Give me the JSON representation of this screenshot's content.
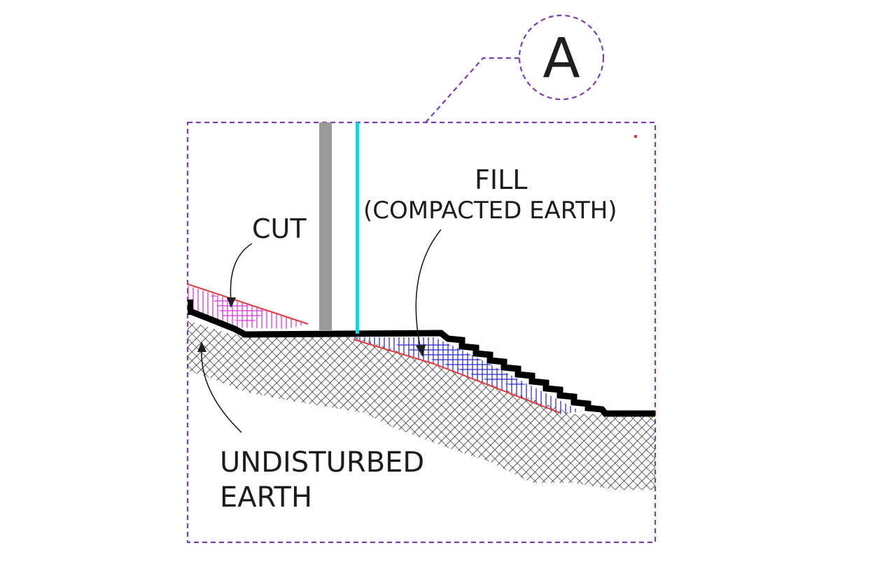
{
  "detail": {
    "callout_letter": "A",
    "colors": {
      "border": "#7a3fa8",
      "cut_hatch": "#d63bd6",
      "cut_edge": "#e03a3a",
      "fill_hatch": "#2f2fc8",
      "fill_edge": "#e03a3a",
      "earth_hatch": "#2a2a2a",
      "ground_line": "#000000",
      "grey_post": "#9a9a9a",
      "cyan_line": "#19d4dc"
    }
  },
  "labels": {
    "cut": "CUT",
    "fill_line1": "FILL",
    "fill_line2": "(COMPACTED EARTH)",
    "undisturbed_line1": "UNDISTURBED",
    "undisturbed_line2": "EARTH"
  }
}
